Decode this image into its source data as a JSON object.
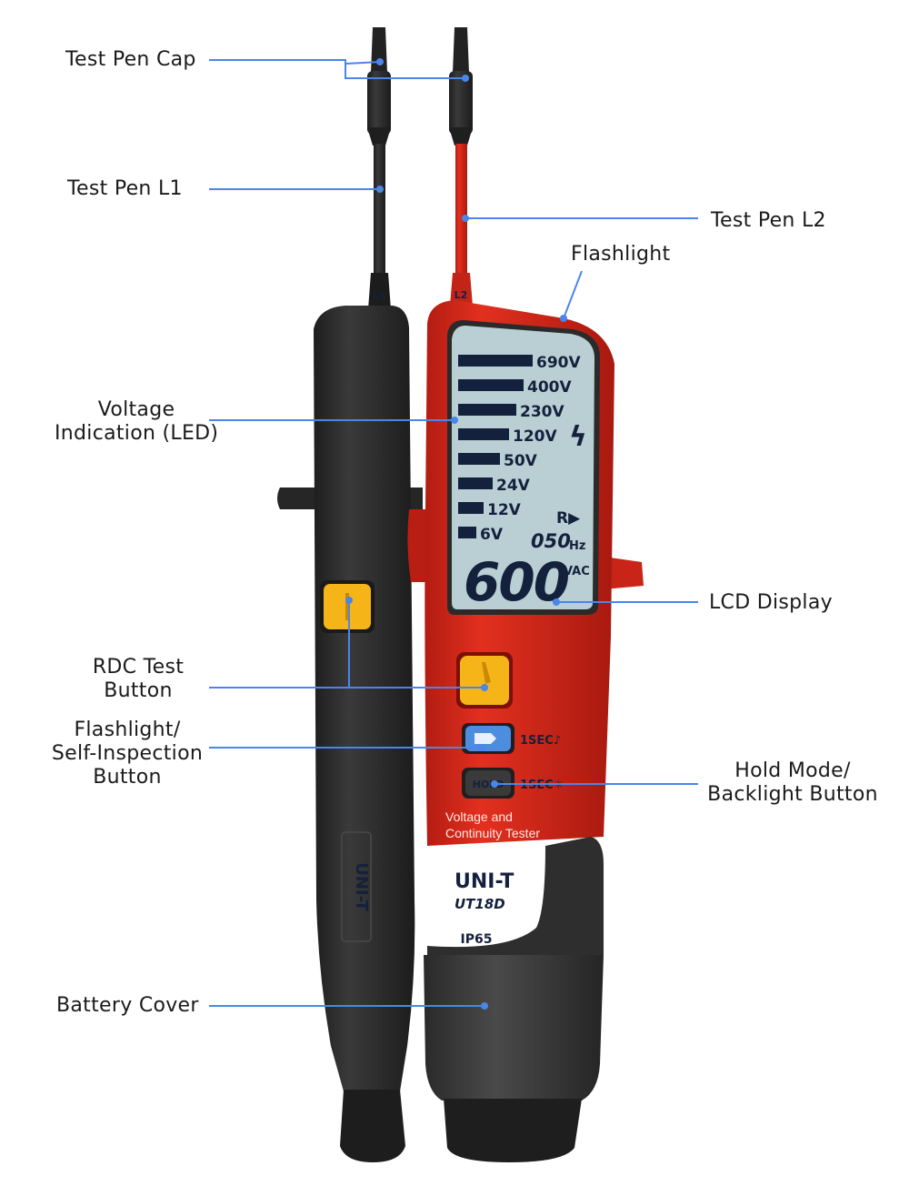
{
  "labels": {
    "test_pen_cap": "Test Pen Cap",
    "test_pen_l1": "Test Pen L1",
    "test_pen_l2": "Test Pen L2",
    "flashlight": "Flashlight",
    "voltage_indication": [
      "Voltage",
      "Indication (LED)"
    ],
    "lcd_display": "LCD Display",
    "rdc_test_button": [
      "RDC Test",
      "Button"
    ],
    "flashlight_self_inspection": [
      "Flashlight/",
      "Self-Inspection",
      "Button"
    ],
    "hold_mode_backlight": [
      "Hold Mode/",
      "Backlight Button"
    ],
    "battery_cover": "Battery Cover"
  },
  "device": {
    "probe_l1_mark": "L1",
    "probe_l2_mark": "L2",
    "voltage_levels": [
      "690V",
      "400V",
      "230V",
      "120V",
      "50V",
      "24V",
      "12V",
      "6V"
    ],
    "lcd_hz_value": "050",
    "lcd_hz_unit": "Hz",
    "lcd_main_value": "600",
    "lcd_main_unit": "VAC",
    "rotation_mark": "R▶",
    "hazard_symbol": "ϟ",
    "flash_button_hint": "1SEC♪",
    "hold_button_label": "HOLD",
    "hold_button_hint": "1SEC☼",
    "product_desc": [
      "Voltage and",
      "Continuity Tester"
    ],
    "brand": "UNI-T",
    "model": "UT18D",
    "ip_rating": "IP65",
    "side_brand": "UNI-T"
  },
  "colors": {
    "leader_line": "#4a86e8",
    "body_red": "#d4271b",
    "body_black": "#2b2b2b",
    "lcd": "#b9cfd3",
    "button_yellow": "#f5b418"
  }
}
